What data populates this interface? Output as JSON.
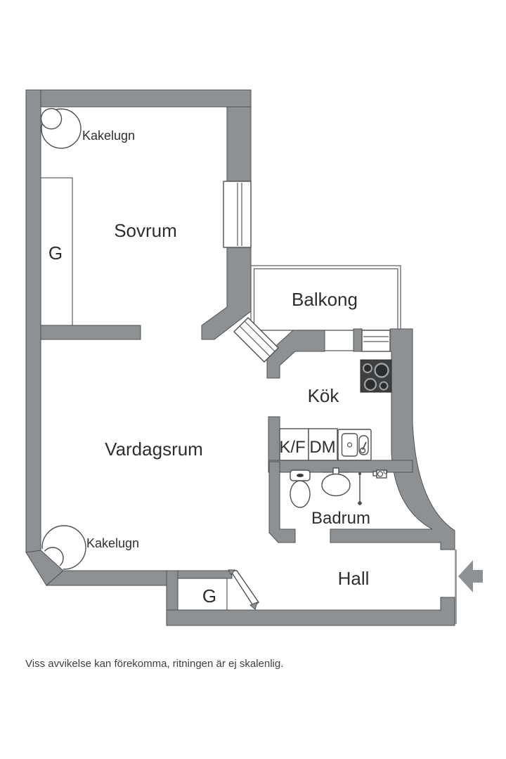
{
  "page": {
    "disclaimer": "Viss avvikelse kan förekomma, ritningen är ej skalenlig."
  },
  "colors": {
    "wall": "#8e9194",
    "outline": "#4e5052",
    "thin_line": "#5a5c5e",
    "label_text": "#2e2e2e",
    "stove_body": "#3e3f41",
    "paper": "#ffffff"
  },
  "rooms": {
    "sovrum": {
      "label": "Sovrum"
    },
    "vardagsrum": {
      "label": "Vardagsrum"
    },
    "balkong": {
      "label": "Balkong"
    },
    "kok": {
      "label": "Kök"
    },
    "badrum": {
      "label": "Badrum"
    },
    "hall": {
      "label": "Hall"
    }
  },
  "features": {
    "kakelugn_sovrum": {
      "label": "Kakelugn"
    },
    "kakelugn_vardagsrum": {
      "label": "Kakelugn"
    },
    "wardrobe_sovrum": {
      "label": "G"
    },
    "wardrobe_hall": {
      "label": "G"
    },
    "fridge_freezer": {
      "label": "K/F"
    },
    "dishwasher": {
      "label": "DM"
    }
  }
}
